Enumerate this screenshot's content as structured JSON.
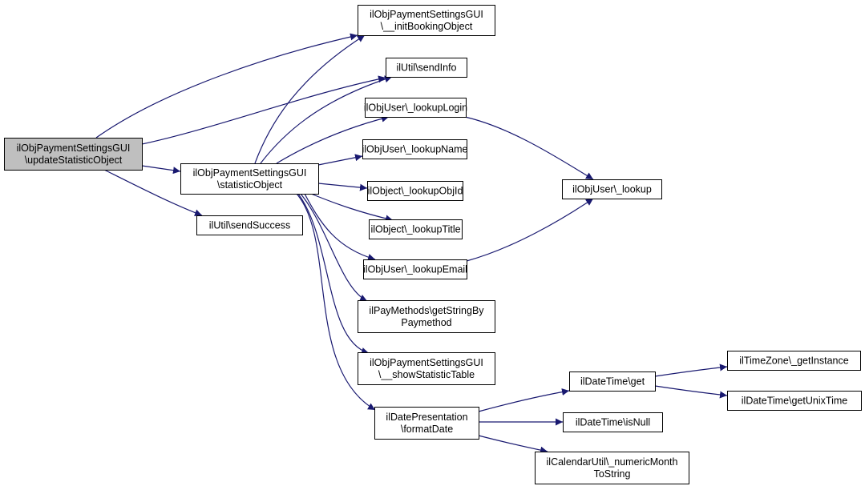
{
  "colors": {
    "edge": "#191970",
    "node_border": "#000000",
    "node_fill": "#ffffff",
    "root_fill": "#bfbfbf"
  },
  "nodes": [
    {
      "id": "update",
      "lines": [
        "ilObjPaymentSettingsGUI",
        "\\updateStatisticObject"
      ],
      "root": true
    },
    {
      "id": "init",
      "lines": [
        "ilObjPaymentSettingsGUI",
        "\\__initBookingObject"
      ]
    },
    {
      "id": "sendInfo",
      "lines": [
        "ilUtil\\sendInfo"
      ]
    },
    {
      "id": "statistic",
      "lines": [
        "ilObjPaymentSettingsGUI",
        "\\statisticObject"
      ]
    },
    {
      "id": "sendSuccess",
      "lines": [
        "ilUtil\\sendSuccess"
      ]
    },
    {
      "id": "lookupLogin",
      "lines": [
        "ilObjUser\\_lookupLogin"
      ]
    },
    {
      "id": "lookupName",
      "lines": [
        "ilObjUser\\_lookupName"
      ]
    },
    {
      "id": "lookupObjId",
      "lines": [
        "ilObject\\_lookupObjId"
      ]
    },
    {
      "id": "lookupTitle",
      "lines": [
        "ilObject\\_lookupTitle"
      ]
    },
    {
      "id": "lookupEmail",
      "lines": [
        "ilObjUser\\_lookupEmail"
      ]
    },
    {
      "id": "lookup",
      "lines": [
        "ilObjUser\\_lookup"
      ]
    },
    {
      "id": "payMethods",
      "lines": [
        "ilPayMethods\\getStringBy",
        "Paymethod"
      ]
    },
    {
      "id": "showStat",
      "lines": [
        "ilObjPaymentSettingsGUI",
        "\\__showStatisticTable"
      ]
    },
    {
      "id": "formatDate",
      "lines": [
        "ilDatePresentation",
        "\\formatDate"
      ]
    },
    {
      "id": "dtGet",
      "lines": [
        "ilDateTime\\get"
      ]
    },
    {
      "id": "dtIsNull",
      "lines": [
        "ilDateTime\\isNull"
      ]
    },
    {
      "id": "calUtil",
      "lines": [
        "ilCalendarUtil\\_numericMonth",
        "ToString"
      ]
    },
    {
      "id": "tzGet",
      "lines": [
        "ilTimeZone\\_getInstance"
      ]
    },
    {
      "id": "dtUnix",
      "lines": [
        "ilDateTime\\getUnixTime"
      ]
    }
  ],
  "edges": [
    {
      "from": "update",
      "to": "init"
    },
    {
      "from": "update",
      "to": "sendInfo"
    },
    {
      "from": "update",
      "to": "statistic"
    },
    {
      "from": "update",
      "to": "sendSuccess"
    },
    {
      "from": "statistic",
      "to": "init"
    },
    {
      "from": "statistic",
      "to": "sendInfo"
    },
    {
      "from": "statistic",
      "to": "lookupLogin"
    },
    {
      "from": "statistic",
      "to": "lookupName"
    },
    {
      "from": "statistic",
      "to": "lookupObjId"
    },
    {
      "from": "statistic",
      "to": "lookupTitle"
    },
    {
      "from": "statistic",
      "to": "lookupEmail"
    },
    {
      "from": "statistic",
      "to": "payMethods"
    },
    {
      "from": "statistic",
      "to": "showStat"
    },
    {
      "from": "statistic",
      "to": "formatDate"
    },
    {
      "from": "lookupLogin",
      "to": "lookup"
    },
    {
      "from": "lookupEmail",
      "to": "lookup"
    },
    {
      "from": "formatDate",
      "to": "dtGet"
    },
    {
      "from": "formatDate",
      "to": "dtIsNull"
    },
    {
      "from": "formatDate",
      "to": "calUtil"
    },
    {
      "from": "dtGet",
      "to": "tzGet"
    },
    {
      "from": "dtGet",
      "to": "dtUnix"
    }
  ]
}
